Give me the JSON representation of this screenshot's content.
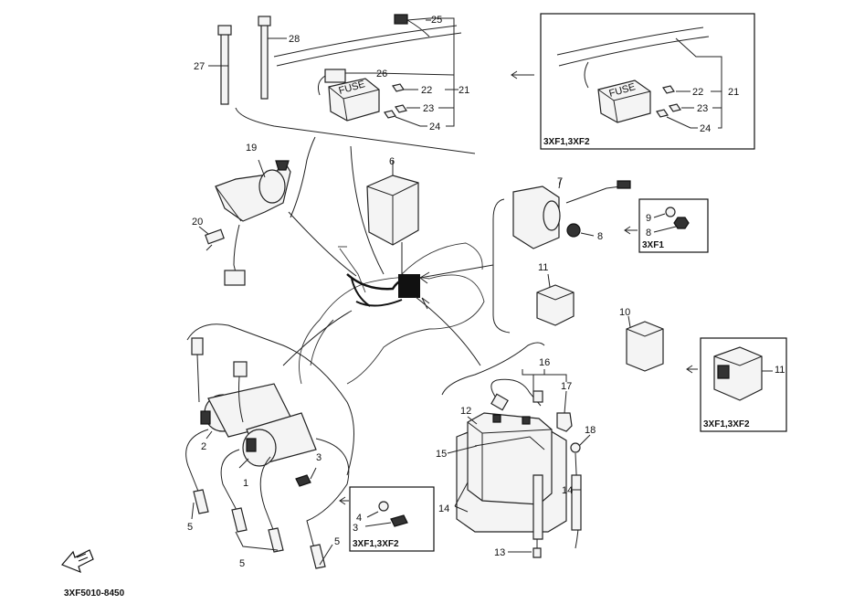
{
  "diagram": {
    "code": "3XF5010-8450",
    "labels": {
      "n1": "1",
      "n2": "2",
      "n3a": "3",
      "n3b": "3",
      "n4": "4",
      "n5a": "5",
      "n5b": "5",
      "n5c": "5",
      "n6": "6",
      "n7": "7",
      "n8a": "8",
      "n8b": "8",
      "n9": "9",
      "n10": "10",
      "n11a": "11",
      "n11b": "11",
      "n12": "12",
      "n13": "13",
      "n14a": "14",
      "n14b": "14",
      "n15": "15",
      "n16": "16",
      "n17": "17",
      "n18": "18",
      "n19": "19",
      "n20": "20",
      "n21a": "21",
      "n21b": "21",
      "n22a": "22",
      "n22b": "22",
      "n23a": "23",
      "n23b": "23",
      "n24a": "24",
      "n24b": "24",
      "n25": "25",
      "n26": "26",
      "n27": "27",
      "n28": "28"
    },
    "boxes": {
      "box_fuse": "3XF1,3XF2",
      "box_relay": "3XF1",
      "box_flasher": "3XF1,3XF2",
      "box_bolt": "3XF1,3XF2"
    },
    "fuse_text": "FUSE",
    "fuse_text_2": "FUSE"
  }
}
